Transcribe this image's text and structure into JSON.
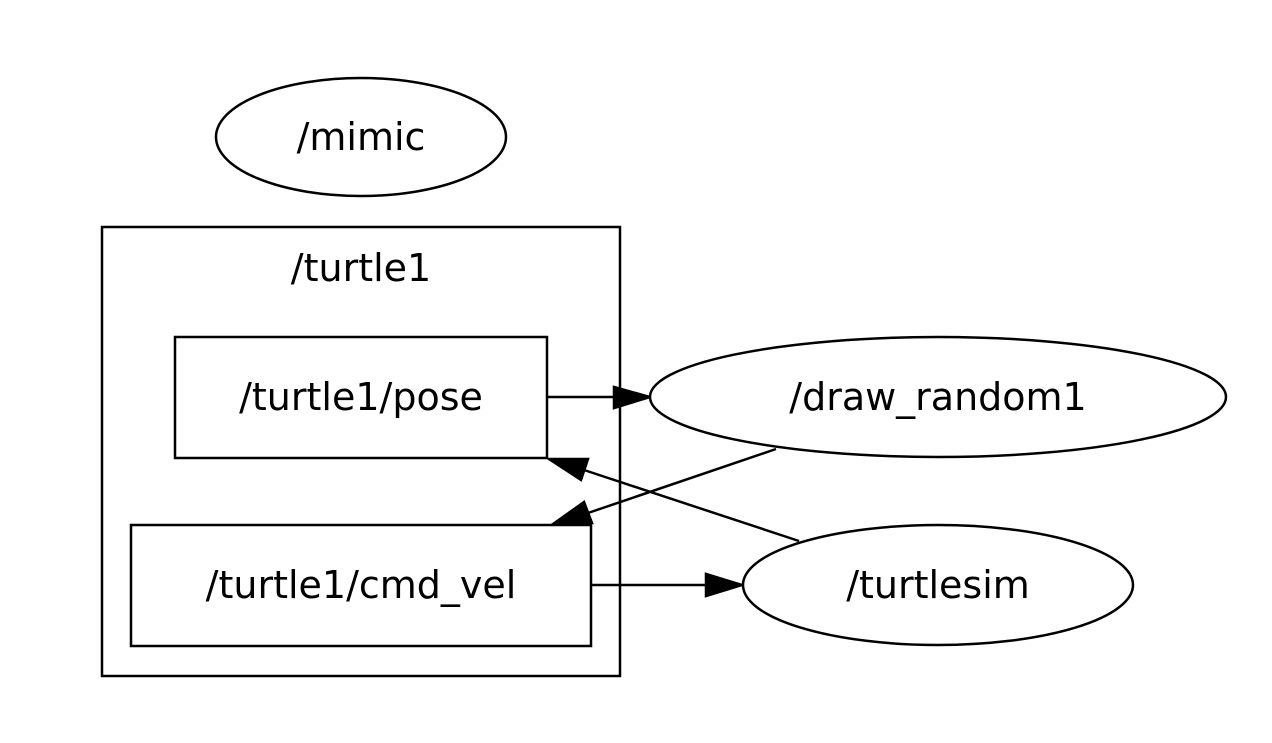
{
  "graph": {
    "cluster": {
      "label": "/turtle1"
    },
    "nodes": {
      "mimic": "/mimic",
      "pose": "/turtle1/pose",
      "cmd_vel": "/turtle1/cmd_vel",
      "draw_random1": "/draw_random1",
      "turtlesim": "/turtlesim"
    },
    "edges": [
      {
        "from": "/turtle1/pose",
        "to": "/draw_random1"
      },
      {
        "from": "/draw_random1",
        "to": "/turtle1/cmd_vel"
      },
      {
        "from": "/turtlesim",
        "to": "/turtle1/pose"
      },
      {
        "from": "/turtle1/cmd_vel",
        "to": "/turtlesim"
      }
    ],
    "colors": {
      "stroke": "#000000",
      "background": "#ffffff"
    }
  }
}
